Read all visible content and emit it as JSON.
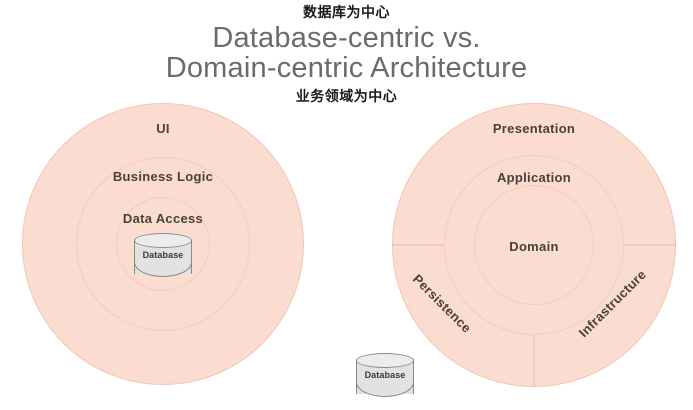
{
  "header": {
    "annotation_top": "数据库为中心",
    "annotation_bottom": "业务领域为中心",
    "title_line1": "Database-centric vs.",
    "title_line2": "Domain-centric Architecture"
  },
  "left_diagram": {
    "name": "Database-centric Architecture",
    "rings": [
      {
        "label": "UI"
      },
      {
        "label": "Business Logic"
      },
      {
        "label": "Data Access"
      }
    ],
    "database": {
      "label": "Database"
    }
  },
  "right_diagram": {
    "name": "Domain-centric Architecture",
    "rings": [
      {
        "label": "Presentation"
      },
      {
        "label": "Application"
      },
      {
        "label": "Domain"
      }
    ],
    "sectors": [
      {
        "label": "Persistence"
      },
      {
        "label": "Infrastructure"
      }
    ]
  },
  "bottom_database": {
    "label": "Database"
  },
  "colors": {
    "ring_fill": "#fbdcd0",
    "ring_stroke": "#f3c5b3",
    "label_text": "#4b4039",
    "title_text": "#6b6b6b",
    "annotation_text": "#1b1b1b",
    "cylinder_fill": "#e2e2e2",
    "cylinder_stroke": "#8a8a8a",
    "background": "#ffffff"
  }
}
